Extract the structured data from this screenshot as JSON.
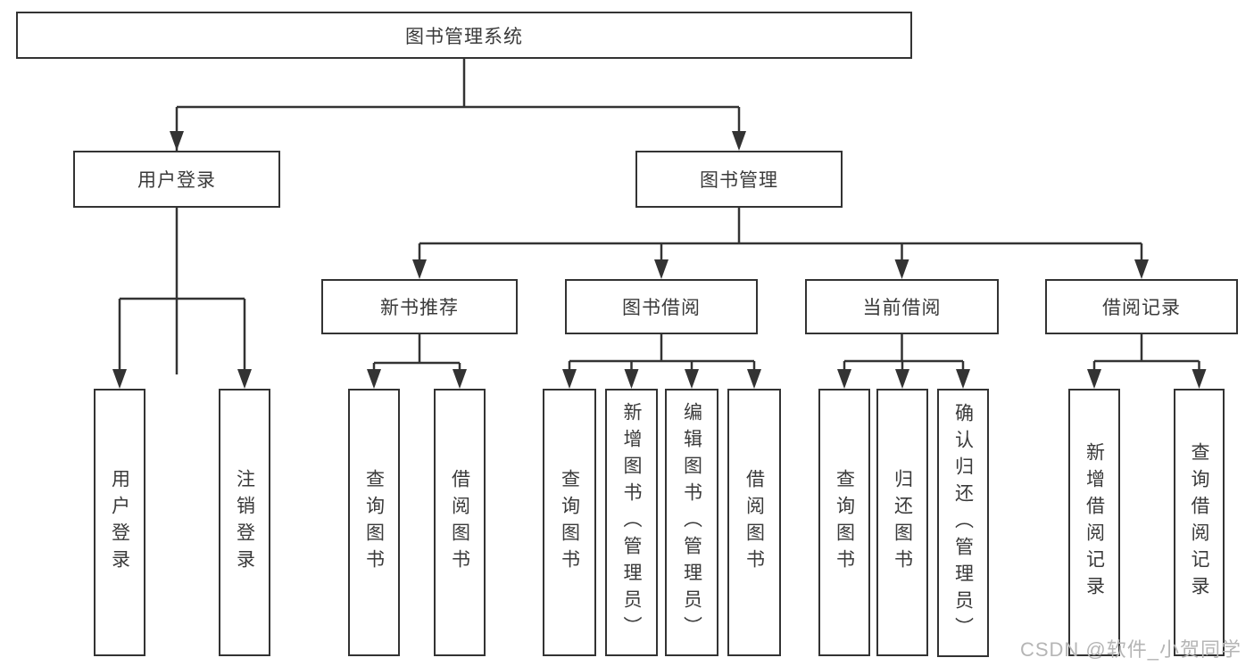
{
  "diagram": {
    "type": "tree",
    "title": "图书管理系统",
    "watermark": "CSDN @软件_小贺同学",
    "colors": {
      "line": "#333333",
      "text": "#3a3a3a",
      "box_background": "#ffffff",
      "watermark": "#b5b5b5",
      "background": "#ffffff"
    },
    "nodes": {
      "root": "图书管理系统",
      "level2": [
        "用户登录",
        "图书管理"
      ],
      "level3": [
        "新书推荐",
        "图书借阅",
        "当前借阅",
        "借阅记录"
      ],
      "leaves": [
        "用户登录",
        "注销登录",
        "查询图书",
        "借阅图书",
        "查询图书",
        "新增图书（管理员）",
        "编辑图书（管理员）",
        "借阅图书",
        "查询图书",
        "归还图书",
        "确认归还（管理员）",
        "新增借阅记录",
        "查询借阅记录"
      ]
    },
    "hierarchy": [
      {
        "parent": "图书管理系统",
        "children": [
          "用户登录",
          "图书管理"
        ]
      },
      {
        "parent": "用户登录",
        "children": [
          "用户登录",
          "注销登录"
        ]
      },
      {
        "parent": "图书管理",
        "children": [
          "新书推荐",
          "图书借阅",
          "当前借阅",
          "借阅记录"
        ]
      },
      {
        "parent": "新书推荐",
        "children": [
          "查询图书",
          "借阅图书"
        ]
      },
      {
        "parent": "图书借阅",
        "children": [
          "查询图书",
          "新增图书（管理员）",
          "编辑图书（管理员）",
          "借阅图书"
        ]
      },
      {
        "parent": "当前借阅",
        "children": [
          "查询图书",
          "归还图书",
          "确认归还（管理员）"
        ]
      },
      {
        "parent": "借阅记录",
        "children": [
          "新增借阅记录",
          "查询借阅记录"
        ]
      }
    ]
  }
}
